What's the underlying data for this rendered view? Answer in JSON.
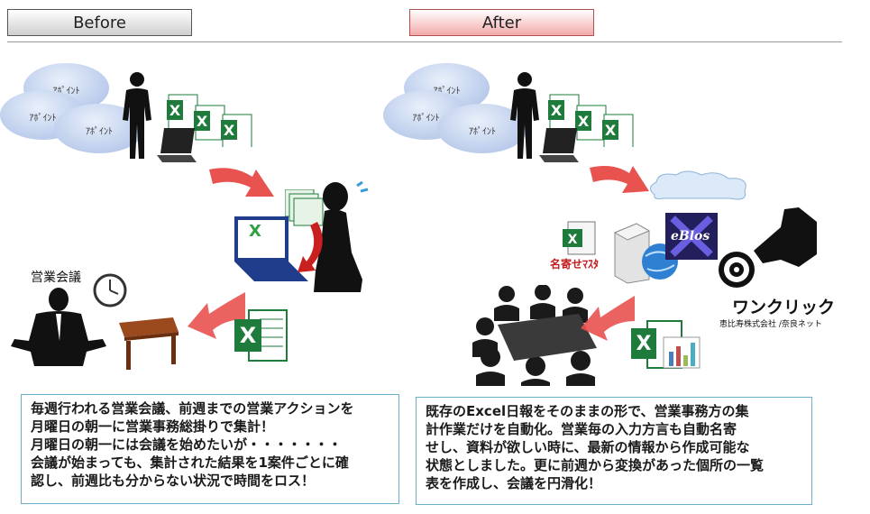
{
  "header": {
    "before_tab": "Before",
    "after_tab": "After"
  },
  "before": {
    "clouds": [
      "ｱﾎﾟｲﾝﾄ",
      "ｱﾎﾟｲﾝﾄ",
      "ｱﾎﾟｲﾝﾄ"
    ],
    "meeting_label": "営業会議",
    "caption": [
      "毎週行われる営業会議、前週までの営業アクションを",
      "月曜日の朝一に営業事務総掛りで集計！",
      "月曜日の朝一には会議を始めたいが・・・・・・・",
      "会議が始まっても、集計された結果を1案件ごとに確",
      "認し、前週比も分からない状況で時間をロス！"
    ]
  },
  "after": {
    "clouds": [
      "ｱﾎﾟｲﾝﾄ",
      "ｱﾎﾟｲﾝﾄ",
      "ｱﾎﾟｲﾝﾄ"
    ],
    "master_label": "名寄せﾏｽﾀ",
    "eblos_label": "eBlos",
    "oneclick_label": "ワンクリック",
    "company_label": "恵比寿株式会社 /奈良ネット",
    "caption": [
      "既存のExcel日報をそのままの形で、営業事務方の集",
      "計作業だけを自動化。営業毎の入力方言も自動名寄",
      "せし、資料が欲しい時に、最新の情報から作成可能な",
      "状態としました。更に前週から変換があった個所の一覧",
      "表を作成し、会議を円滑化！"
    ]
  },
  "colors": {
    "excel_green": "#1e7b3c",
    "arrow_red": "#e8524f",
    "caption_border": "#6aaec9"
  }
}
